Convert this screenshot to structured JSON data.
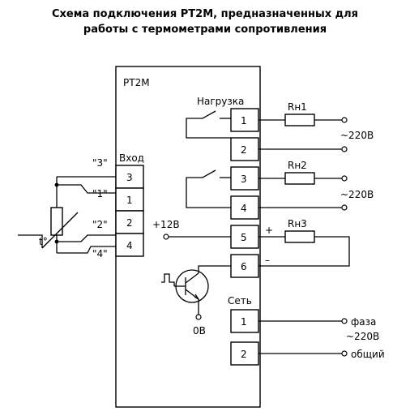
{
  "title": {
    "line1": "Схема подключения РТ2М, предназначенных для",
    "line2": "работы с термометрами сопротивления"
  },
  "device": {
    "name": "РТ2М"
  },
  "input": {
    "header": "Вход",
    "pins": [
      "3",
      "1",
      "2",
      "4"
    ],
    "quoted_labels": [
      "\"3\"",
      "\"1\"",
      "\"2\"",
      "\"4\""
    ],
    "sensor_label": "t°"
  },
  "load": {
    "header": "Нагрузка",
    "pins": [
      "1",
      "2",
      "3",
      "4",
      "5",
      "6"
    ],
    "resistors": [
      "Rн1",
      "Rн2",
      "Rн3"
    ],
    "supply": [
      "~220В",
      "~220В"
    ],
    "plus": "+",
    "minus": "–",
    "plus12": "+12В",
    "zero": "0В"
  },
  "network": {
    "header": "Сеть",
    "pins": [
      "1",
      "2"
    ],
    "phase": "фаза",
    "phase_voltage": "~220В",
    "common": "общий"
  }
}
